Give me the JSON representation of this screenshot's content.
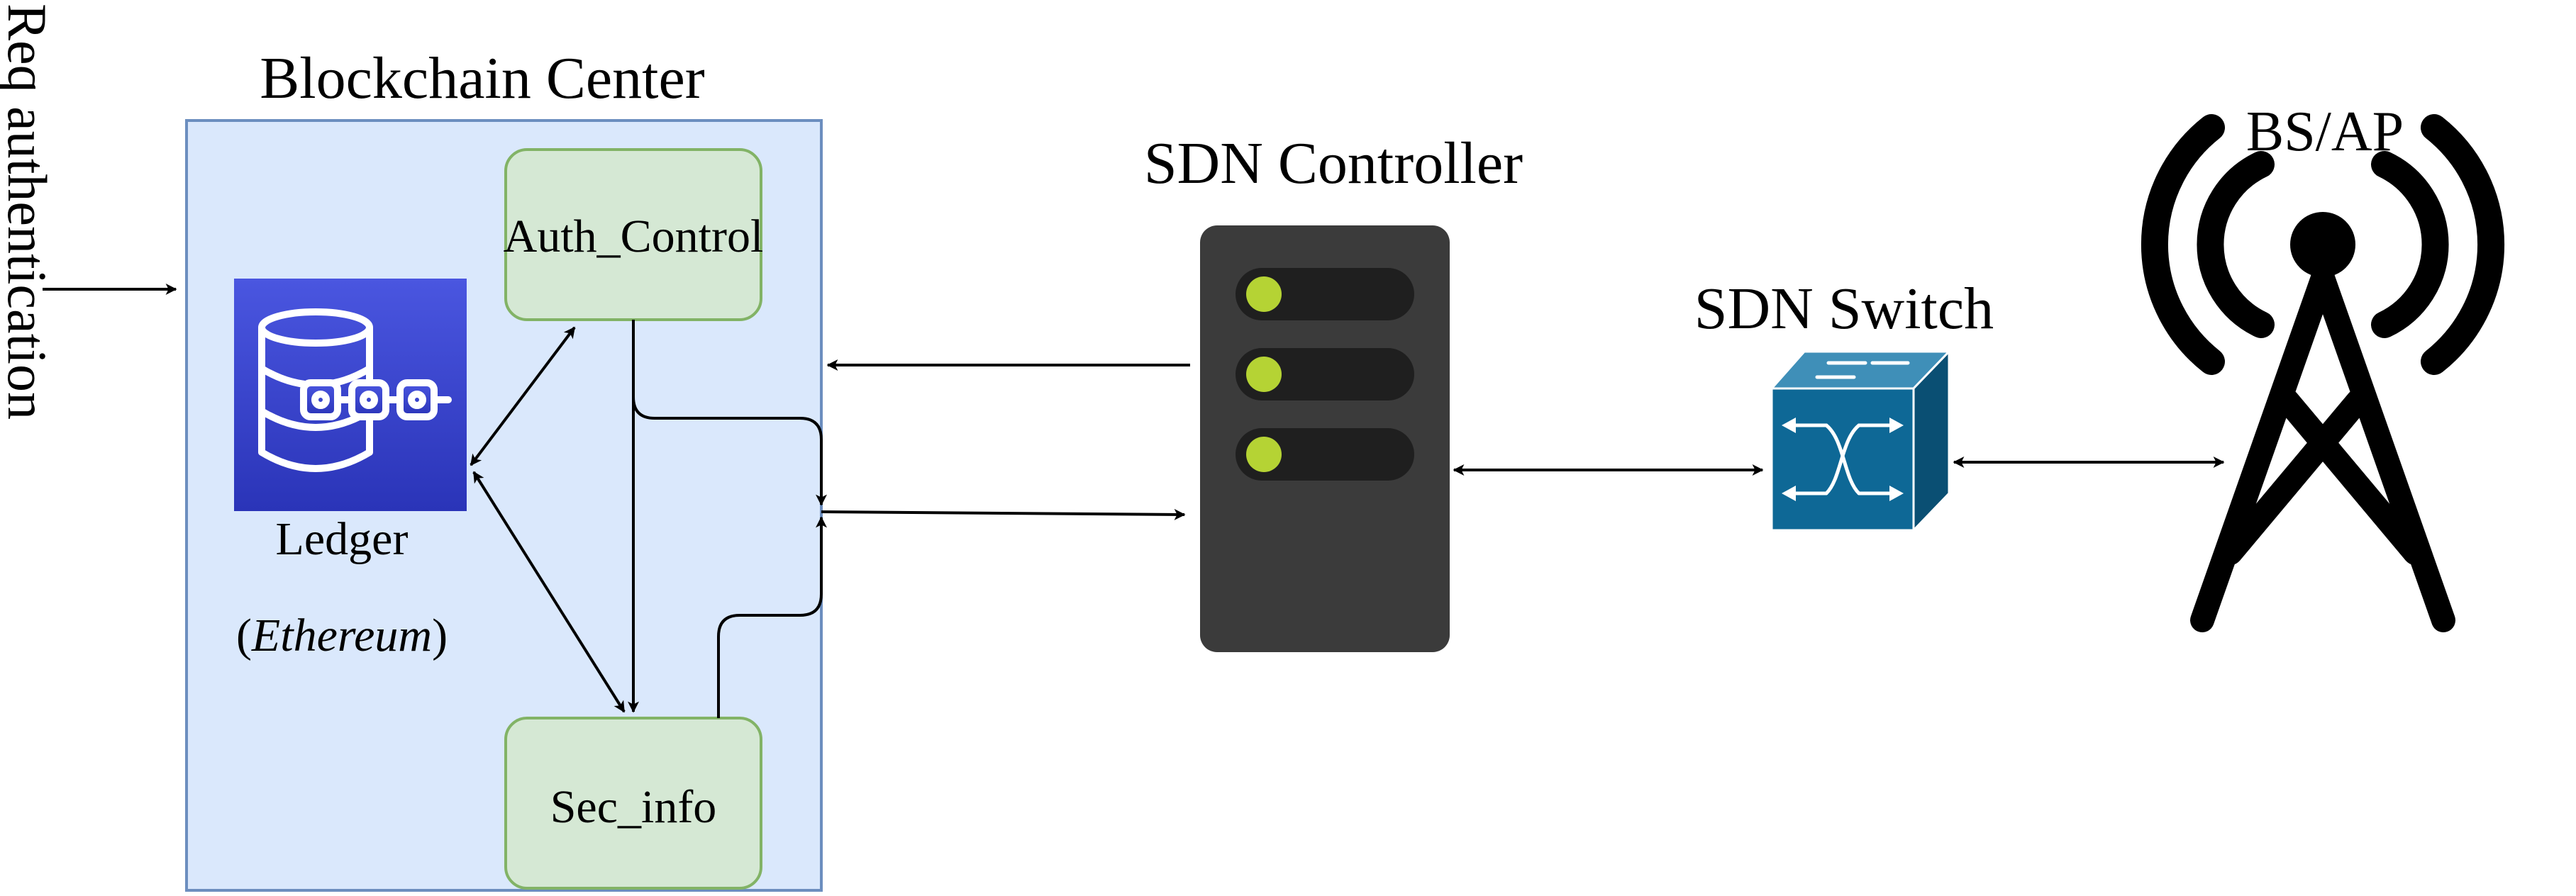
{
  "req_label": "Req authentication",
  "blockchain_center": {
    "title": "Blockchain Center",
    "auth_control": "Auth_Control",
    "sec_info": "Sec_info",
    "ledger_label": "Ledger",
    "ledger_sub": {
      "open": "(",
      "name": "Ethereum",
      "close": ")"
    }
  },
  "controller_label": "SDN Controller",
  "switch_label": "SDN Switch",
  "bs_label": "BS/AP",
  "icons": {
    "ledger": "blockchain-ledger-icon",
    "controller": "server-icon",
    "switch": "network-switch-icon",
    "tower": "antenna-tower-icon"
  },
  "colors": {
    "container_fill": "#dae8fc",
    "container_stroke": "#6c8ebf",
    "node_fill": "#d5e8d4",
    "node_stroke": "#82b366",
    "ledger_top": "#4a56e0",
    "ledger_bottom": "#2a34b8",
    "server_body": "#3b3b3b",
    "server_slot": "#1f1f1f",
    "server_led": "#b5d334",
    "switch_fill": "#0e6896"
  }
}
